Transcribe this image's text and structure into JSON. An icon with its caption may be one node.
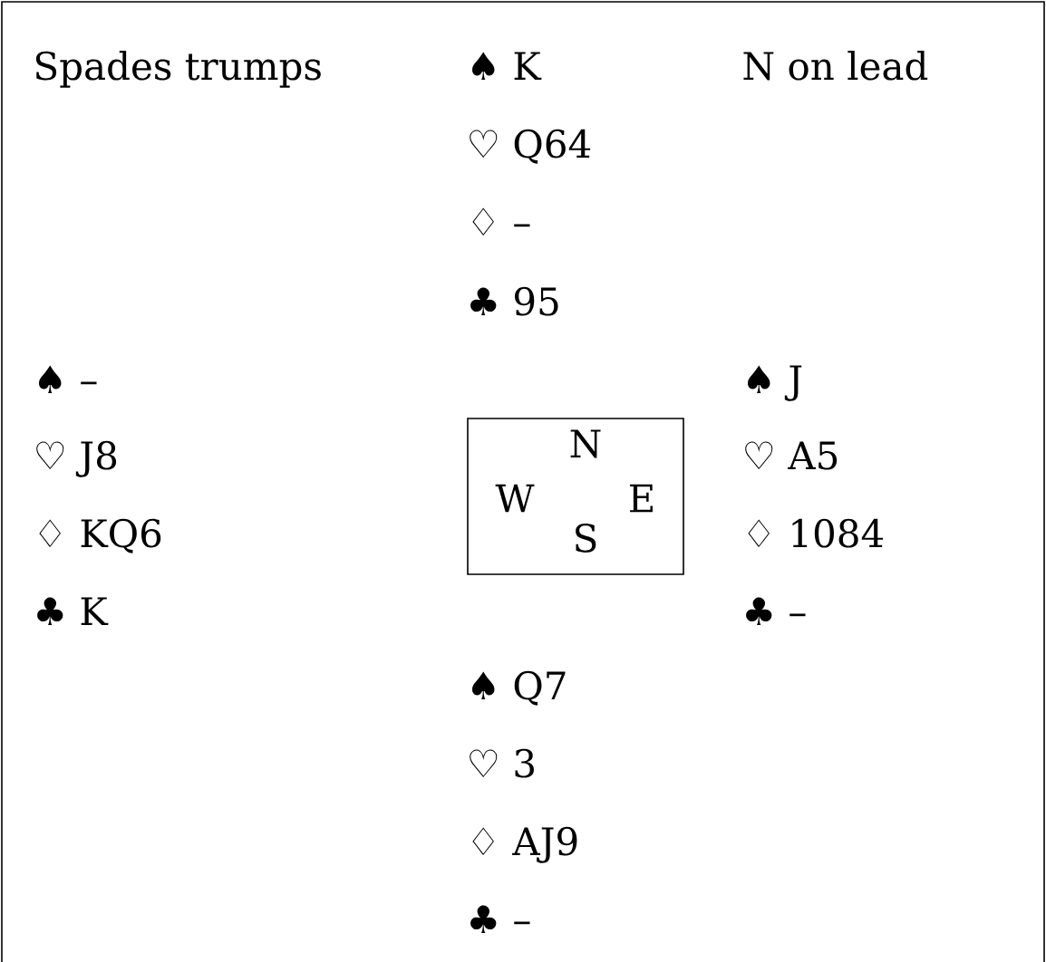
{
  "diagram": {
    "nodes": [
      {
        "text": [
          "N",
          "W",
          "E",
          "S"
        ]
      }
    ],
    "labels": [
      "Spades trumps",
      "♠ K",
      "N on lead",
      "♡ Q64",
      "♢ –",
      "♣ 95",
      "♠ –",
      "♠ J",
      "♡ J8",
      "♡ A5",
      "♢ KQ6",
      "♢ 1084",
      "♣ K",
      "♣ –",
      "♠ Q7",
      "♡ 3",
      "♢ AJ9",
      "♣ –"
    ]
  }
}
